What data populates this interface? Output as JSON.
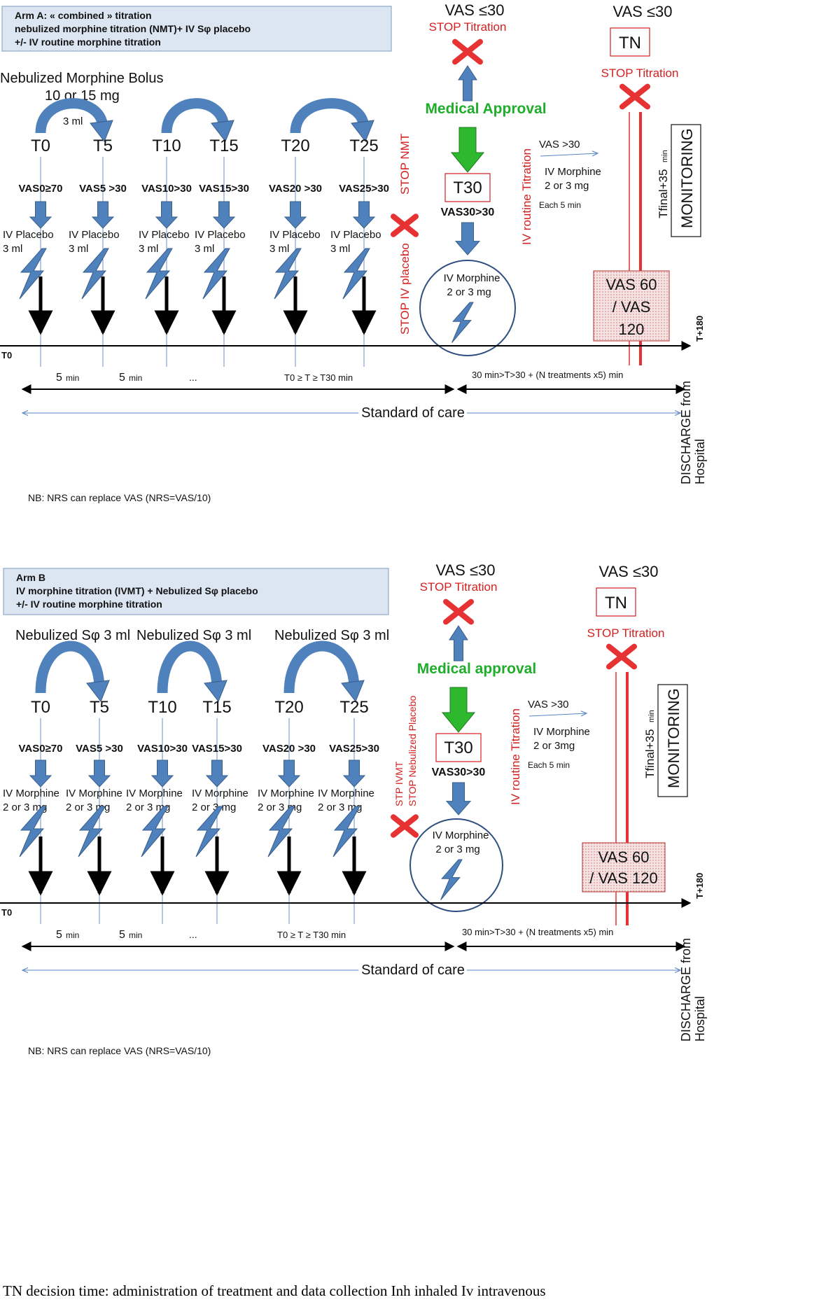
{
  "caption": "TN decision time: administration of treatment and data collection Inh inhaled Iv intravenous",
  "panels": [
    {
      "box_lines": [
        "Arm A: « combined » titration",
        "nebulized morphine titration (NMT)+ IV Sφ placebo",
        "+/- IV routine morphine  titration"
      ],
      "bolus_title": [
        "Nebulized Morphine Bolus",
        "10 or 15 mg"
      ],
      "arc_titles": [],
      "arc_volume": "3 ml",
      "times": [
        "T0",
        "T5",
        "T10",
        "T15",
        "T20",
        "T25"
      ],
      "vas": [
        "VAS0≥70",
        "VAS5 >30",
        "VAS10>30",
        "VAS15>30",
        "VAS20 >30",
        "VAS25>30"
      ],
      "treatments": [
        [
          "IV Placebo",
          "3 ml"
        ],
        [
          "IV Placebo",
          "3 ml"
        ],
        [
          "IV Placebo",
          "3 ml"
        ],
        [
          "IV Placebo",
          "3 ml"
        ],
        [
          "IV Placebo",
          "3 ml"
        ],
        [
          "IV Placebo",
          "3 ml"
        ]
      ],
      "stop_labels": [
        "STOP NMT",
        "STOP  IV placebo"
      ],
      "vas_top_mid": "VAS ≤30",
      "stop_titration_mid": "STOP Titration",
      "medical_approval": "Medical Approval",
      "t30": "T30",
      "vas30": "VAS30>30",
      "iv_circle": [
        "IV Morphine",
        "2 or 3 mg"
      ],
      "iv_routine": "IV routine Titration",
      "vas_gt30": "VAS >30",
      "iv_morphine_routine": [
        "IV Morphine",
        "2 or 3 mg"
      ],
      "each5": "Each 5 min",
      "vas_top_right": "VAS ≤30",
      "tn": "TN",
      "stop_titration_right": "STOP Titration",
      "tfinal": "Tfinal+35",
      "tfinal_unit": "min",
      "monitoring": "MONITORING",
      "vas60_lines": [
        "VAS 60",
        "/ VAS",
        "120"
      ],
      "t180": "T+180",
      "t0_axis": "T0",
      "interval_num": "5",
      "interval_unit": "min",
      "ellipsis": "...",
      "t_range": "T0 ≥ T ≥ T30 min",
      "after_range": "30 min>T>30 + (N treatments x5) min",
      "standard_of_care": "Standard of care",
      "discharge": "DISCHARGE  from",
      "hospital": "Hospital",
      "nb": "NB: NRS can replace VAS (NRS=VAS/10)"
    },
    {
      "box_lines": [
        "Arm B",
        "IV morphine titration (IVMT) + Nebulized Sφ placebo",
        "+/- IV routine morphine titration"
      ],
      "bolus_title": [],
      "arc_titles": [
        "Nebulized Sφ 3 ml",
        "Nebulized Sφ 3 ml",
        "Nebulized Sφ 3 ml"
      ],
      "arc_volume": "",
      "times": [
        "T0",
        "T5",
        "T10",
        "T15",
        "T20",
        "T25"
      ],
      "vas": [
        "VAS0≥70",
        "VAS5 >30",
        "VAS10>30",
        "VAS15>30",
        "VAS20 >30",
        "VAS25>30"
      ],
      "treatments": [
        [
          "IV Morphine",
          "2 or 3 mg"
        ],
        [
          "IV Morphine",
          "2 or 3 mg"
        ],
        [
          "IV Morphine",
          "2 or 3 mg"
        ],
        [
          "IV Morphine",
          "2 or 3 mg"
        ],
        [
          "IV Morphine",
          "2 or 3 mg"
        ],
        [
          "IV Morphine",
          "2 or 3 mg"
        ]
      ],
      "stop_labels": [
        "STP IVMT",
        "STOP Nebulized Placebo"
      ],
      "vas_top_mid": "VAS ≤30",
      "stop_titration_mid": "STOP Titration",
      "medical_approval": "Medical approval",
      "t30": "T30",
      "vas30": "VAS30>30",
      "iv_circle": [
        "IV Morphine",
        "2 or 3 mg"
      ],
      "iv_routine": "IV routine Titration",
      "vas_gt30": "VAS >30",
      "iv_morphine_routine": [
        "IV Morphine",
        "2 or 3mg"
      ],
      "each5": "Each 5 min",
      "vas_top_right": "VAS ≤30",
      "tn": "TN",
      "stop_titration_right": "STOP Titration",
      "tfinal": "Tfinal+35",
      "tfinal_unit": "min",
      "monitoring": "MONITORING",
      "vas60_lines": [
        "VAS 60",
        "/ VAS 120"
      ],
      "t180": "T+180",
      "t0_axis": "T0",
      "interval_num": "5",
      "interval_unit": "min",
      "ellipsis": "...",
      "t_range": "T0 ≥ T ≥ T30 min",
      "after_range": "30 min>T>30 + (N treatments x5) min",
      "standard_of_care": "Standard of care",
      "discharge": "DISCHARGE  from",
      "hospital": "Hospital",
      "nb": "NB: NRS can replace VAS (NRS=VAS/10)"
    }
  ],
  "colors": {
    "box_fill": "#dce6f2",
    "box_stroke": "#8ea9c8",
    "arrow_blue": "#4f81bd",
    "arrow_blue_dark": "#385d8a",
    "arrow_green": "#2eb82e",
    "stop_red": "#e63232",
    "text_red": "#d42020",
    "approval_green": "#1fad2c",
    "circle_stroke": "#2f4f7f",
    "line_thin": "#6b8fc7",
    "dotted_fill": "#f3d9d9",
    "dotted_stroke": "#c0504d"
  }
}
